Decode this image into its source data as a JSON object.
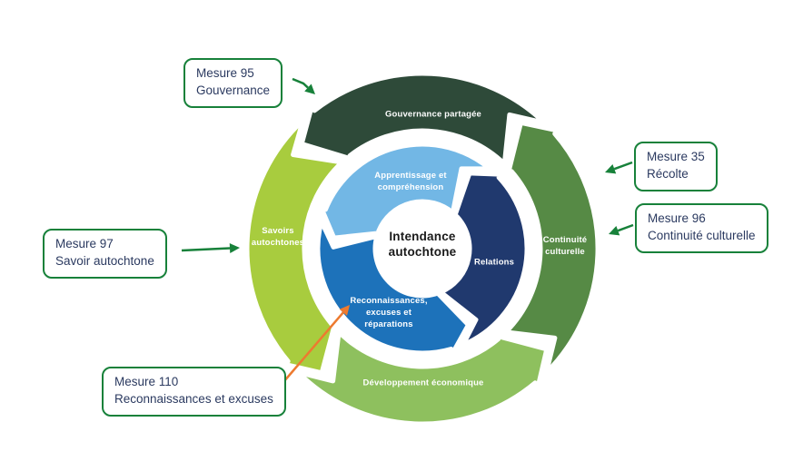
{
  "diagram": {
    "center_label": "Intendance\nautochtone",
    "outer_segments": [
      {
        "id": "gouvernance-partagee",
        "label": "Gouvernance partagée",
        "color": "#2e4a39"
      },
      {
        "id": "continuite-culturelle",
        "label": "Continuité\nculturelle",
        "color": "#568a45"
      },
      {
        "id": "developpement-economique",
        "label": "Développement économique",
        "color": "#8ec05e"
      },
      {
        "id": "savoirs-autochtones",
        "label": "Savoirs\nautochtones",
        "color": "#a8cc3e"
      }
    ],
    "inner_segments": [
      {
        "id": "apprentissage-comprehension",
        "label": "Apprentissage et\ncompréhension",
        "color": "#72b7e5"
      },
      {
        "id": "relations",
        "label": "Relations",
        "color": "#20396e"
      },
      {
        "id": "reconnaissances-excuses-reparations",
        "label": "Reconnaissances,\nexcuses et\nréparations",
        "color": "#1d72ba"
      }
    ]
  },
  "callouts": [
    {
      "id": "mesure-95",
      "measure": "Mesure 95",
      "label": "Gouvernance",
      "arrow_color": "#17813a"
    },
    {
      "id": "mesure-35",
      "measure": "Mesure 35",
      "label": "Récolte",
      "arrow_color": "#17813a"
    },
    {
      "id": "mesure-96",
      "measure": "Mesure 96",
      "label": "Continuité culturelle",
      "arrow_color": "#17813a"
    },
    {
      "id": "mesure-97",
      "measure": "Mesure 97",
      "label": "Savoir autochtone",
      "arrow_color": "#17813a"
    },
    {
      "id": "mesure-110",
      "measure": "Mesure 110",
      "label": "Reconnaissances et excuses",
      "arrow_color": "#ed7a2f"
    }
  ],
  "colors": {
    "background": "#ffffff",
    "callout_border": "#17813a",
    "callout_text": "#2b3a60",
    "segment_label_text": "#ffffff",
    "center_text": "#1a1a1a"
  }
}
